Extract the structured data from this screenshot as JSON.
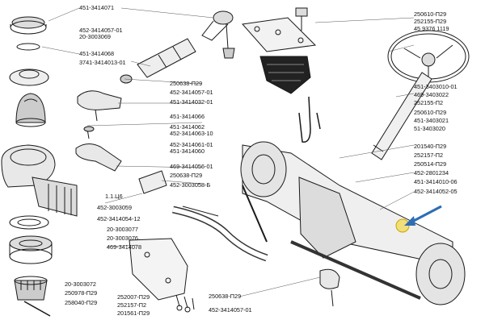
{
  "labels": {
    "left": {
      "l1": "451-3414071",
      "l2": "452-3414057-01",
      "l3": "20-3003069",
      "l4": "451-3414068",
      "l5": "3741-3414013-01",
      "l6": "1.1.Ц6",
      "l7": "452-3003059",
      "l8": "452-3414054-12",
      "l9": "20-3003077",
      "l10": "20-3003076",
      "l11": "469-3414078",
      "l12": "20-3003072",
      "l13": "250978-П29",
      "l14": "258040-П29"
    },
    "middle": {
      "m1": "250638-П29",
      "m2": "452-3414057-01",
      "m3": "451-3414032-01",
      "m4": "451-3414066",
      "m5": "451-3414062",
      "m6": "452-3414063-10",
      "m7": "452-3414061-01",
      "m8": "451-3414060",
      "m9": "469-3414056-01",
      "m10": "250638-П29",
      "m11": "452-3003058-Б"
    },
    "right": {
      "r1": "250610-П29",
      "r2": "252155-П29",
      "r3": "45 9376 1119",
      "r4": "451-3403010-01",
      "r5": "469-3403022",
      "r6": "252155-П2",
      "r7": "250610-П29",
      "r8": "451-3403021",
      "r9": "51-3403020",
      "r10": "201540-П29",
      "r11": "252157-П2",
      "r12": "250514-П29",
      "r13": "452-2801234",
      "r14": "451-3414010-06",
      "r15": "452-3414052-05"
    },
    "bottom": {
      "b1": "252007-П29",
      "b2": "252157-П2",
      "b3": "201561-П29",
      "b4": "250638-П29",
      "b5": "452-3414057-01"
    }
  },
  "colors": {
    "line": "#1a1a1a",
    "arrow": "#2e6db4",
    "highlight": "#f2d21b"
  }
}
